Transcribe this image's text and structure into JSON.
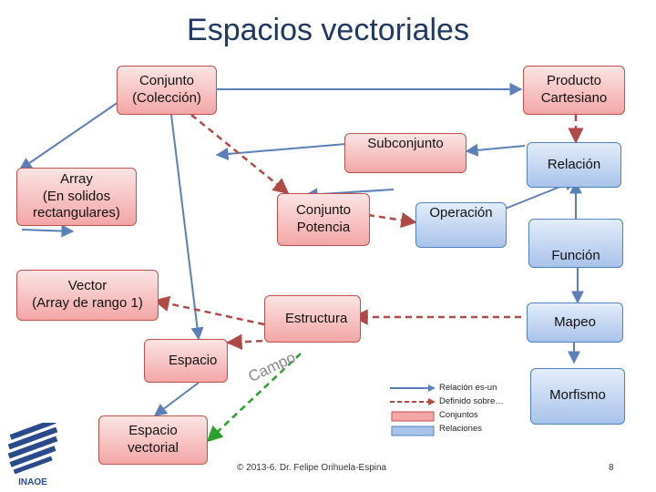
{
  "title": "Espacios vectoriales",
  "nodes": {
    "conjunto": "Conjunto\n(Colección)",
    "producto_cartesiano": "Producto\nCartesiano",
    "subconjunto": "Subconjunto",
    "relacion": "Relación",
    "array": "Array\n(En solidos\nrectangulares)",
    "conjunto_potencia": "Conjunto\nPotencia",
    "operacion": "Operación",
    "funcion": "Función",
    "vector": "Vector\n(Array de rango 1)",
    "estructura": "Estructura",
    "mapeo": "Mapeo",
    "espacio": "Espacio",
    "morfismo": "Morfismo",
    "espacio_vectorial": "Espacio\nvectorial"
  },
  "edge_label": "Campo",
  "legend": {
    "items": [
      "Relación es-un",
      "Definido sobre…",
      "Conjuntos",
      "Relaciones"
    ]
  },
  "footer": "© 2013-6. Dr. Felipe Orihuela-Espina",
  "page_number": "8",
  "logo_text": "INAOE",
  "colors": {
    "title": "#1f3864",
    "is_a": "#4f81bd",
    "defined_on": "#c0504d",
    "campo": "#2ca02c"
  }
}
